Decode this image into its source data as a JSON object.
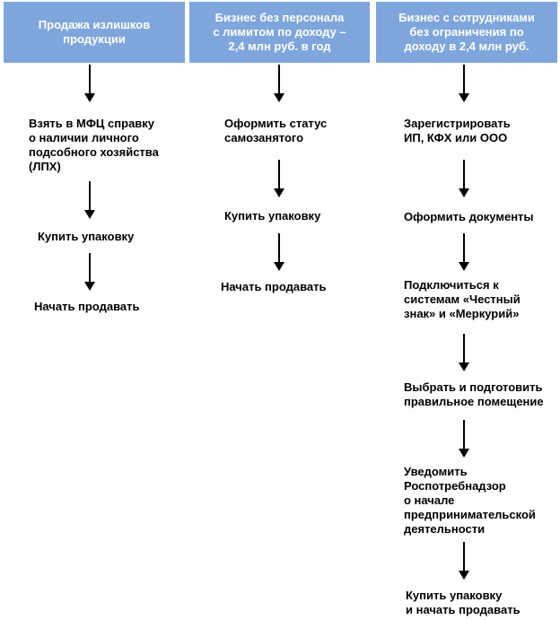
{
  "columns": [
    {
      "header": "Продажа излишков продукции",
      "steps": [
        "Взять в МФЦ справку\nо наличии личного\nподсобного хозяйства\n(ЛПХ)",
        "Купить упаковку",
        "Начать продавать"
      ]
    },
    {
      "header": "Бизнес без персонала\nс лимитом по доходу –\n2,4 млн руб. в год",
      "steps": [
        "Оформить статус\nсамозанятого",
        "Купить упаковку",
        "Начать продавать"
      ]
    },
    {
      "header": "Бизнес с сотрудниками\nбез ограничения по\nдоходу в 2,4 млн руб.",
      "steps": [
        "Зарегистрировать\nИП, КФХ или ООО",
        "Оформить документы",
        "Подключиться к\nсистемам «Честный\nзнак» и «Меркурий»",
        "Выбрать и подготовить\nправильное помещение",
        "Уведомить\nРоспотребнадзор\nо начале\nпредпринимательской\nдеятельности",
        "Купить упаковку\nи начать продавать"
      ]
    }
  ],
  "colors": {
    "header_bg": "#7ea6dc",
    "header_text": "#ffffff",
    "arrow": "#000000"
  }
}
